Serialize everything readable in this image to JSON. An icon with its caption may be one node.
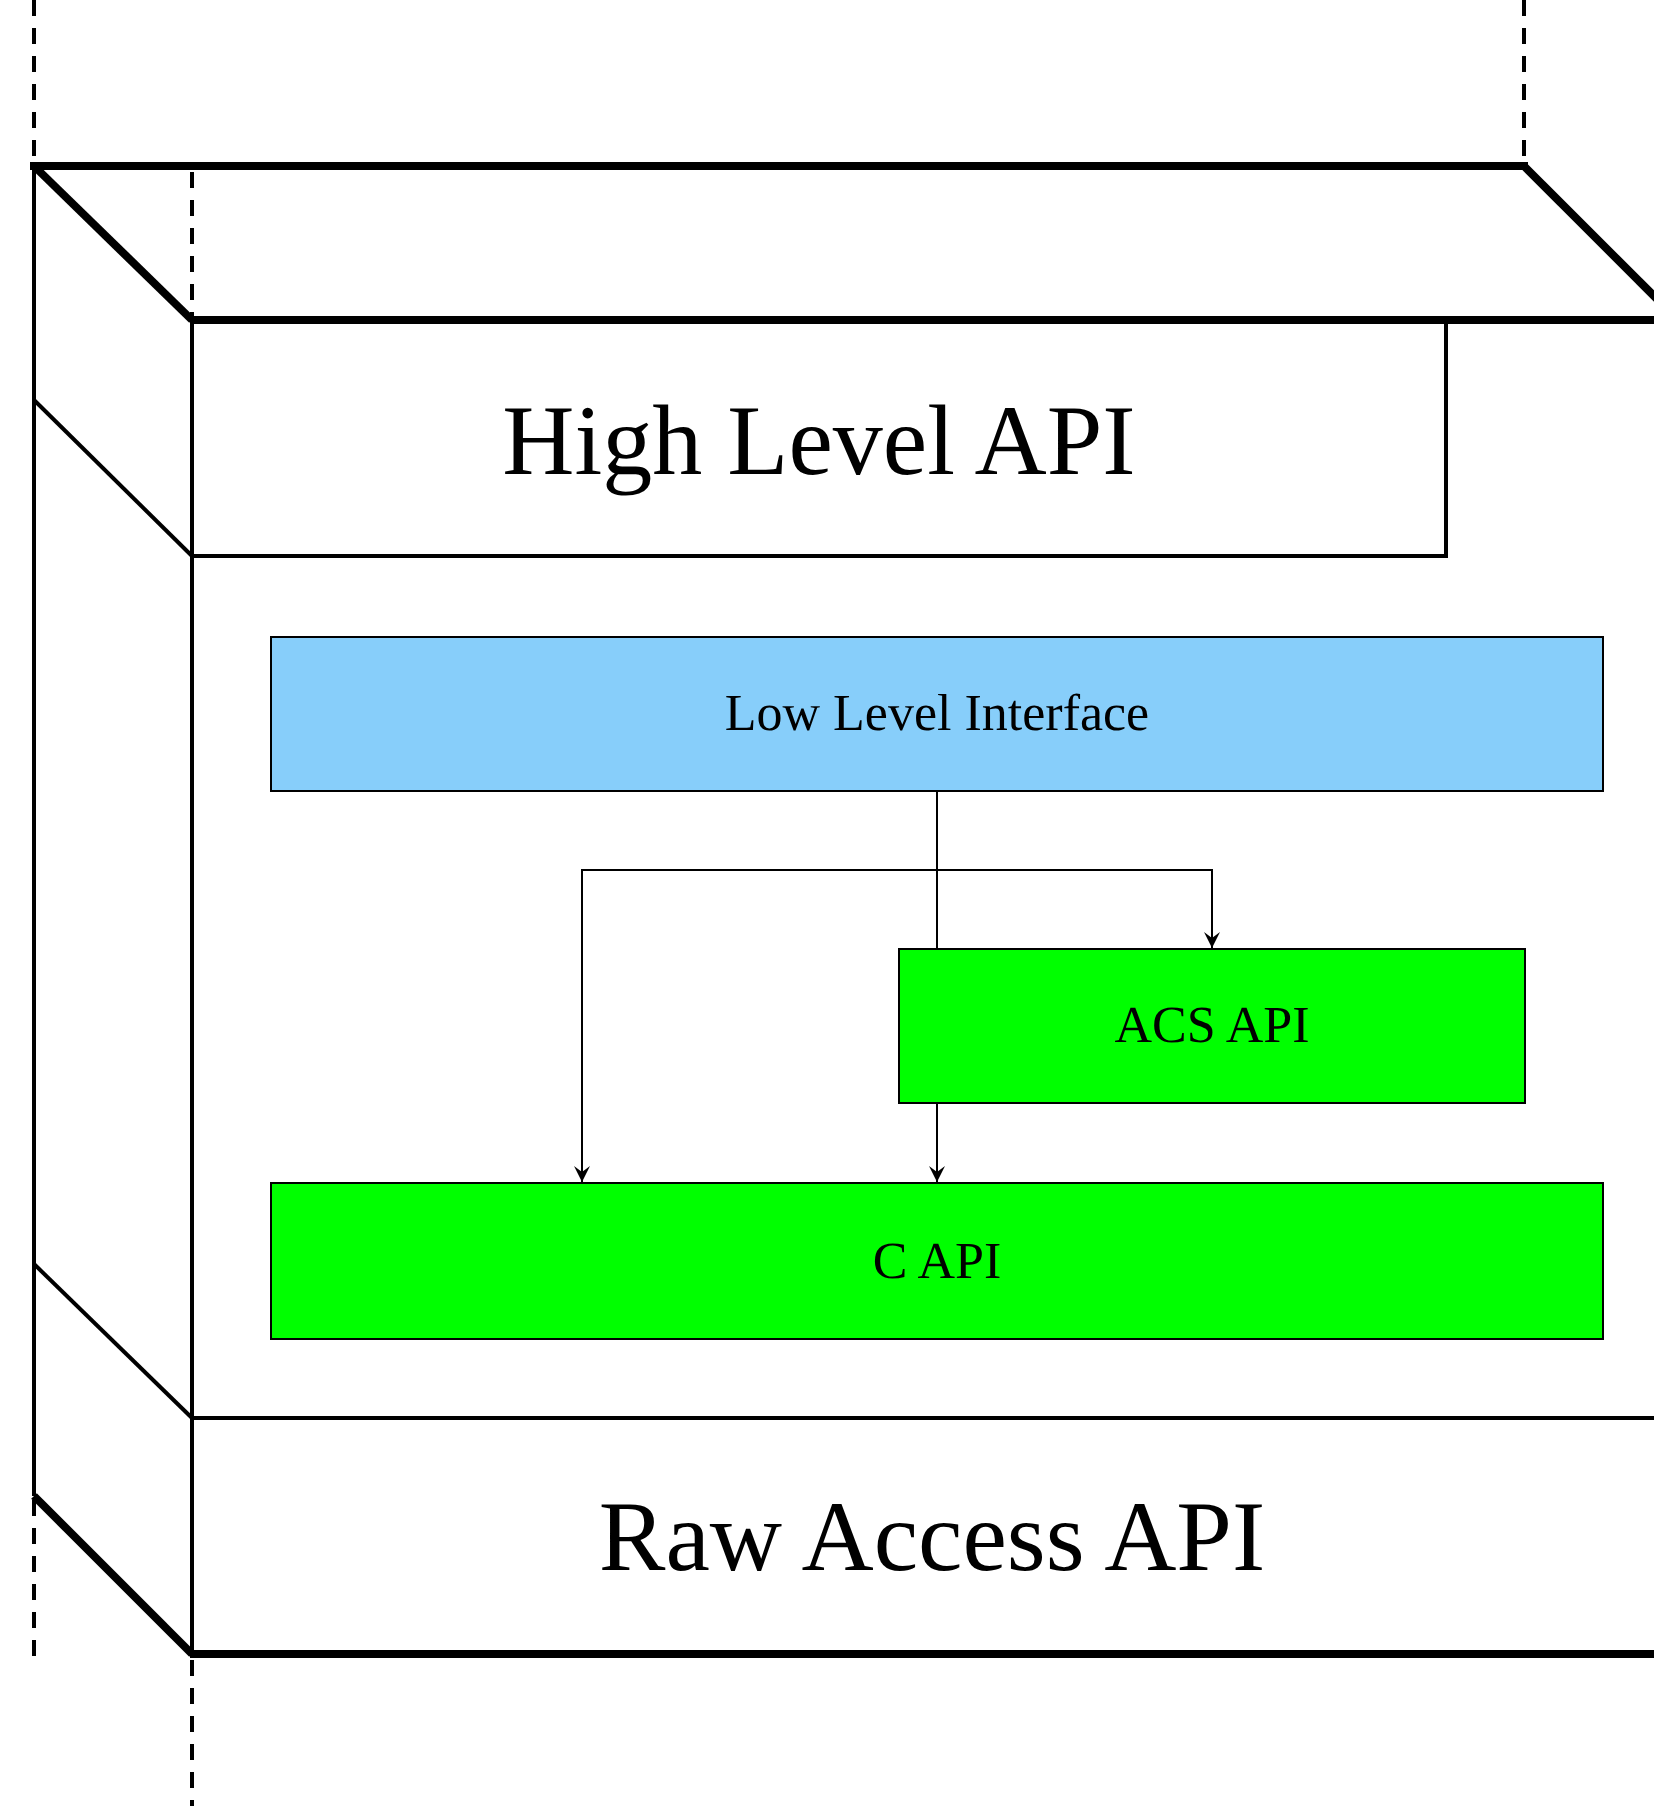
{
  "diagram": {
    "nodes": [
      {
        "text": [
          "High Level API"
        ]
      },
      {
        "text": [
          "Low Level Interface"
        ]
      },
      {
        "text": [
          "ACS API"
        ]
      },
      {
        "text": [
          "C API"
        ]
      },
      {
        "text": [
          "Raw Access API"
        ]
      }
    ],
    "edges": [
      {
        "from": 1,
        "to": 2,
        "arrow": "to"
      },
      {
        "from": 1,
        "to": 3,
        "arrow": "to"
      },
      {
        "from": 2,
        "to": 3,
        "arrow": "to"
      }
    ]
  }
}
